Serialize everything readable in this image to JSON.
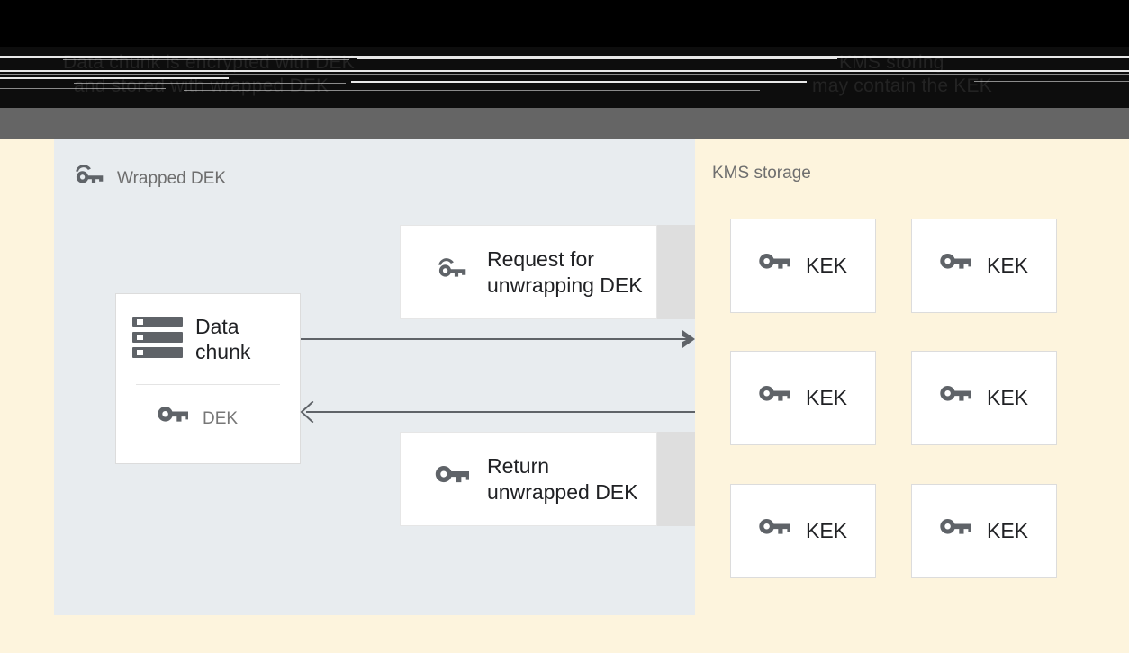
{
  "header": {
    "caption_left_line1": "Data chunk is encrypted with DEK",
    "caption_left_line2": "and stored with wrapped DEK",
    "caption_right_line1": "KMS storing",
    "caption_right_line2": "may contain the KEK"
  },
  "client_panel": {
    "heading": "Wrapped DEK",
    "heading_icon": "wrapped-key-icon",
    "background_color": "#e8ecef",
    "data_card": {
      "icon": "server-stack-icon",
      "title": "Data chunk",
      "key_icon": "key-icon",
      "key_label": "DEK"
    },
    "messages": [
      {
        "id": "request",
        "icon": "wrapped-key-icon",
        "label": "Request for unwrapping DEK"
      },
      {
        "id": "return",
        "icon": "key-icon",
        "label": "Return unwrapped DEK"
      }
    ],
    "arrows": [
      {
        "id": "outbound",
        "direction": "right",
        "icon": "arrow-right-icon"
      },
      {
        "id": "inbound",
        "direction": "left",
        "icon": "arrow-left-icon"
      }
    ]
  },
  "kms_panel": {
    "heading": "KMS storage",
    "background_color": "#fdf4dd",
    "keys": [
      {
        "icon": "key-icon",
        "label": "KEK"
      },
      {
        "icon": "key-icon",
        "label": "KEK"
      },
      {
        "icon": "key-icon",
        "label": "KEK"
      },
      {
        "icon": "key-icon",
        "label": "KEK"
      },
      {
        "icon": "key-icon",
        "label": "KEK"
      },
      {
        "icon": "key-icon",
        "label": "KEK"
      }
    ]
  },
  "colors": {
    "client_panel": "#e8ecef",
    "kms_panel": "#fdf4dd",
    "icon_gray": "#5f6368",
    "text_primary": "#202124",
    "text_muted": "#6e6e6e",
    "card_border": "#dcdcdc",
    "shadow_gray": "#dedede",
    "top_bar": "#656565"
  }
}
